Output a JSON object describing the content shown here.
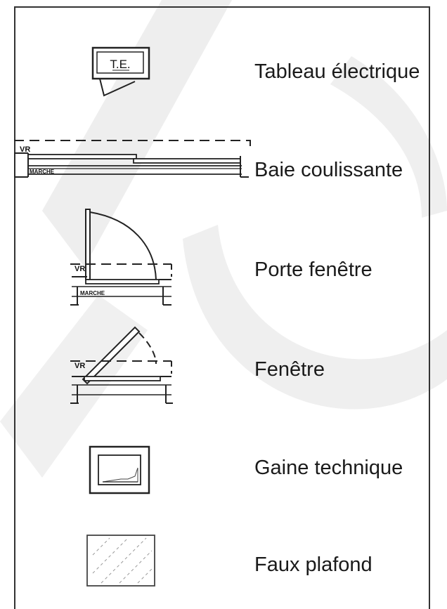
{
  "legend": {
    "items": [
      {
        "id": "tableau",
        "label": "Tableau électrique",
        "symbol_text": "T.E."
      },
      {
        "id": "baie",
        "label": "Baie coulissante",
        "symbol_texts": [
          "VR",
          "MARCHE"
        ]
      },
      {
        "id": "porte",
        "label": "Porte fenêtre",
        "symbol_texts": [
          "VR",
          "MARCHE"
        ]
      },
      {
        "id": "fenetre",
        "label": "Fenêtre",
        "symbol_texts": [
          "VR"
        ]
      },
      {
        "id": "gaine",
        "label": "Gaine technique"
      },
      {
        "id": "faux",
        "label": "Faux plafond"
      }
    ]
  },
  "colors": {
    "line": "#222222",
    "watermark": "#ececec",
    "text": "#1a1a1a"
  }
}
